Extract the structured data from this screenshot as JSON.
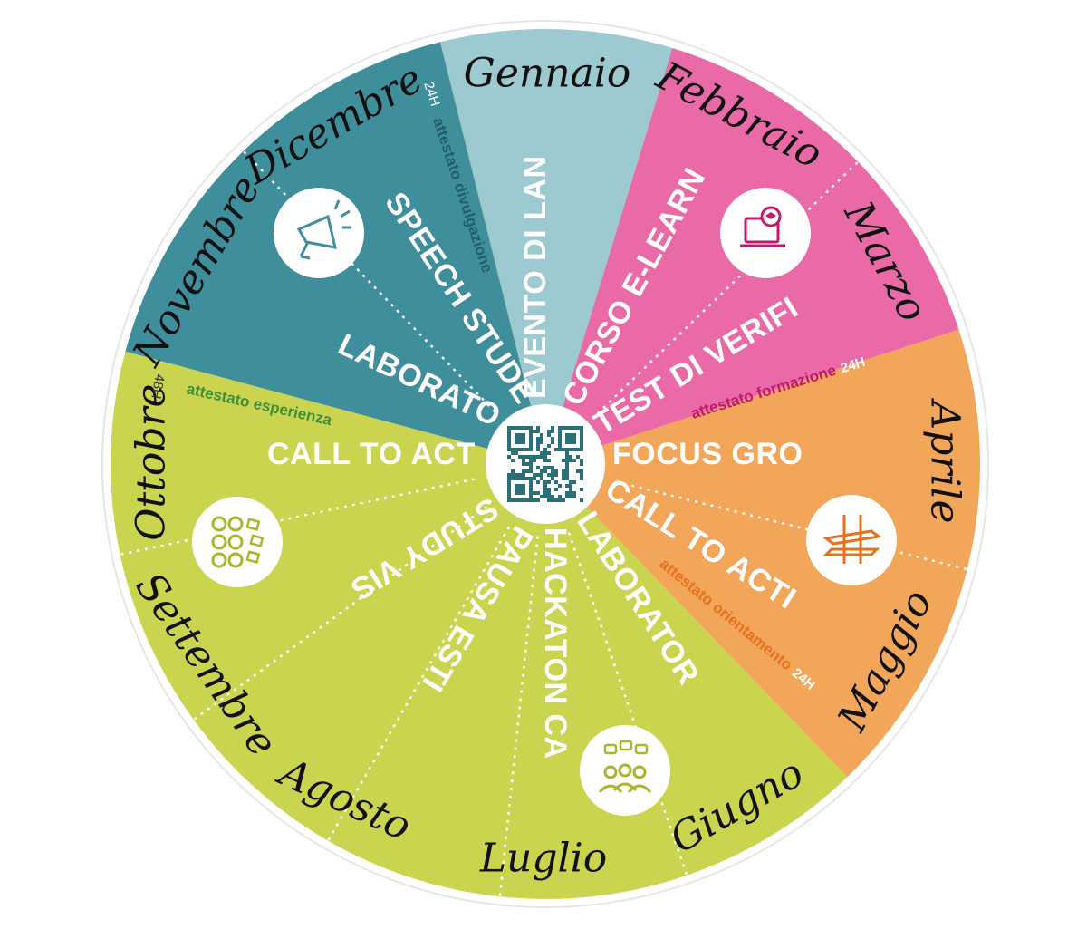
{
  "months": [
    "Gennaio",
    "Febbraio",
    "Marzo",
    "Aprile",
    "Maggio",
    "Giugno",
    "Luglio",
    "Agosto",
    "Settembre",
    "Ottobre",
    "Novembre",
    "Dicembre"
  ],
  "activities": {
    "evento_lancio": "EVENTO DI LANCIO",
    "corso_elearning": "CORSO E-LEARNING",
    "test_verifica": "TEST DI VERIFICA",
    "focus_group": "FOCUS GROUP",
    "call_to_action_east": "CALL TO ACTION",
    "laboratorio": "LABORATORIO",
    "hackaton_camp": "HACKATON CAMP",
    "pausa_estiva": "PAUSA ESTIVA",
    "study_visit": "STUDY VISIT",
    "call_to_action_west": "CALL TO ACTION",
    "laboratori": "LABORATORI",
    "speech_studenti": "SPEECH STUDENTI"
  },
  "certificates": {
    "formazione": "attestato formazione",
    "formazione_hours": "24H",
    "orientamento": "attestato orientamento",
    "orientamento_hours": "24H",
    "esperienza": "attestato esperienza",
    "esperienza_hours": "48H",
    "divulgazione": "attestato divulgazione",
    "divulgazione_hours": "24H"
  },
  "icons": [
    "laptop-graduation-icon",
    "signpost-icon",
    "people-chat-icon",
    "flow-diagram-icon",
    "megaphone-icon",
    "qr-code-icon"
  ],
  "colors": {
    "january": "#9dc9d0",
    "pink": "#e96aa6",
    "orange": "#f2a65a",
    "green": "#cad44f",
    "teal": "#3f8e9c",
    "pink_text": "#c2186e",
    "orange_text": "#e8701e",
    "green_text": "#3e8f3a",
    "teal_text": "#1f5f6b"
  }
}
